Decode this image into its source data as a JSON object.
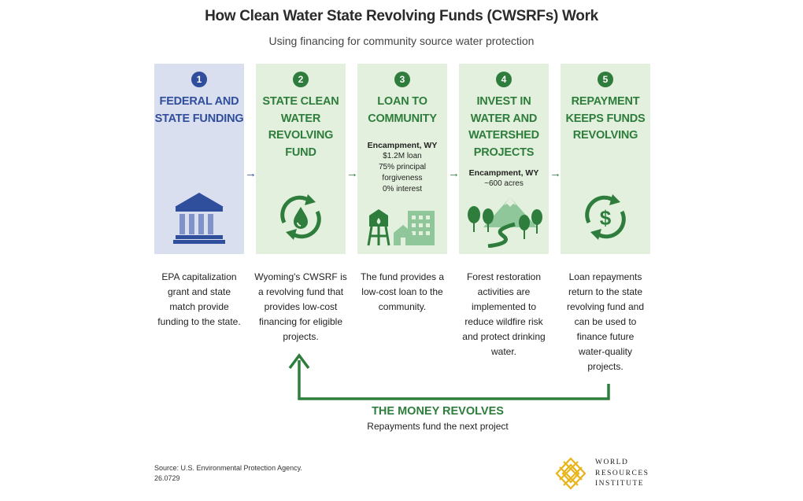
{
  "header": {
    "title": "How Clean Water State Revolving Funds (CWSRFs) Work",
    "subtitle": "Using financing for community source water protection"
  },
  "colors": {
    "green": "#2e7d3c",
    "blue": "#2f4e9c",
    "green_bg": "#e3f0dd",
    "blue_bg": "#dadff0",
    "wri_gold": "#e8b418"
  },
  "steps": [
    {
      "number": "1",
      "heading": [
        "FEDERAL AND",
        "STATE FUNDING"
      ],
      "icon": "government-building-icon",
      "description": [
        "EPA capitalization",
        "grant and state",
        "match provide",
        "funding to the state."
      ]
    },
    {
      "number": "2",
      "heading": [
        "STATE CLEAN",
        "WATER",
        "REVOLVING",
        "FUND"
      ],
      "icon": "water-cycle-icon",
      "description": [
        "Wyoming's CWSRF is",
        "a revolving fund that",
        "provides low-cost",
        "financing for eligible",
        "projects."
      ]
    },
    {
      "number": "3",
      "heading": [
        "LOAN TO",
        "COMMUNITY"
      ],
      "detail_place": "Encampment, WY",
      "detail_lines": [
        "$1.2M loan",
        "75% principal",
        "forgiveness",
        "0% interest"
      ],
      "icon": "community-water-tower-icon",
      "description": [
        "The fund provides a",
        "low-cost loan to the",
        "community."
      ]
    },
    {
      "number": "4",
      "heading": [
        "INVEST IN",
        "WATER AND",
        "WATERSHED",
        "PROJECTS"
      ],
      "detail_place": "Encampment, WY",
      "detail_lines": [
        "~600 acres"
      ],
      "icon": "forest-watershed-icon",
      "description": [
        "Forest restoration",
        "activities are",
        "implemented to",
        "reduce wildfire risk",
        "and protect drinking",
        "water."
      ]
    },
    {
      "number": "5",
      "heading": [
        "REPAYMENT",
        "KEEPS FUNDS",
        "REVOLVING"
      ],
      "icon": "dollar-cycle-icon",
      "description": [
        "Loan repayments",
        "return to the state",
        "revolving fund and",
        "can be used to",
        "finance future",
        "water-quality",
        "projects."
      ]
    }
  ],
  "flow_arrow": "→",
  "revolve": {
    "title": "THE MONEY REVOLVES",
    "subtitle": "Repayments fund the next project"
  },
  "footer": {
    "source_lines": [
      "Source: U.S. Environmental Protection Agency.",
      "26.0729"
    ],
    "logo_lines": [
      "WORLD",
      "RESOURCES",
      "INSTITUTE"
    ]
  }
}
